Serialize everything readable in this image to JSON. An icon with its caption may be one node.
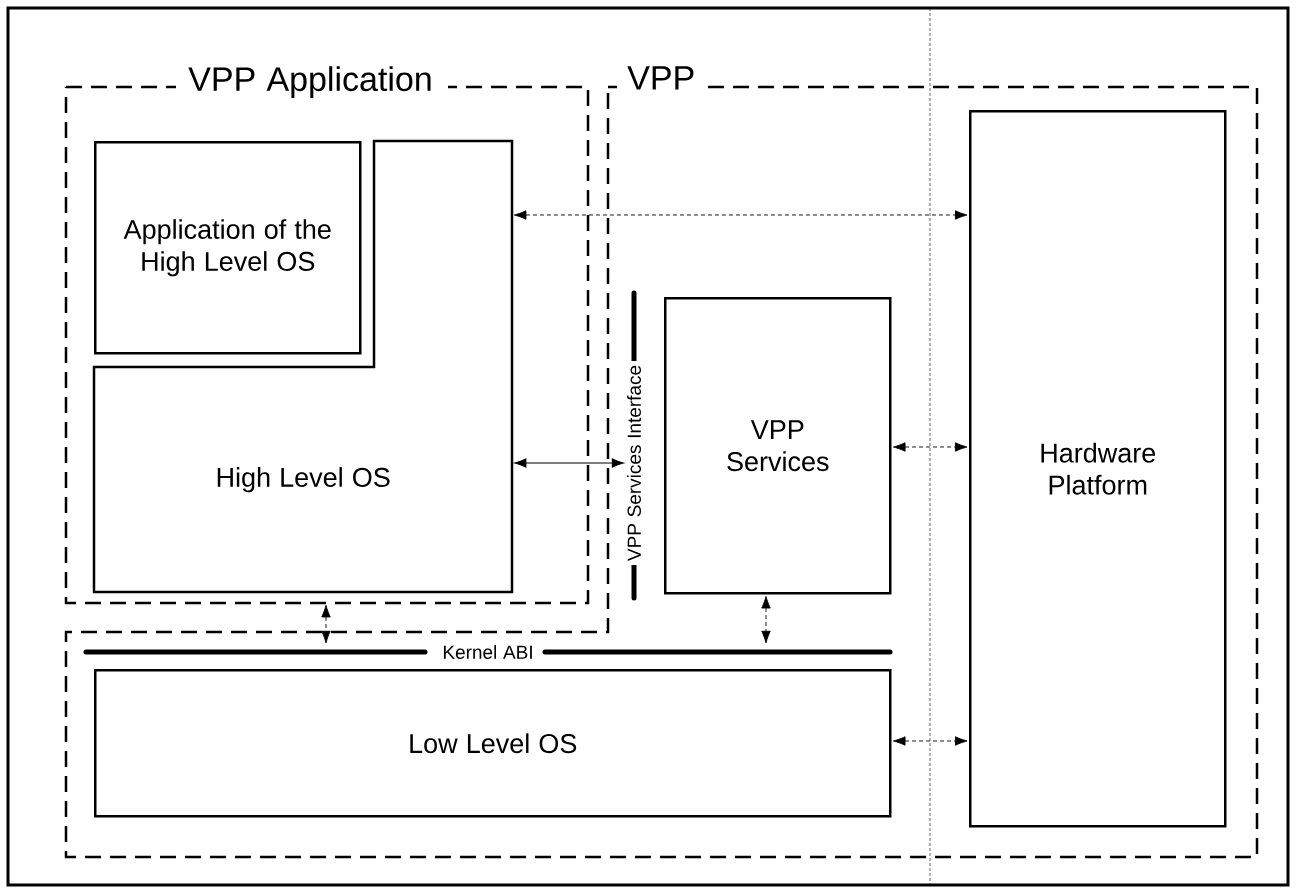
{
  "diagram": {
    "nodes": [
      {
        "text": [
          "VPP Application"
        ]
      },
      {
        "text": [
          "Application of the High Level OS"
        ],
        "in": 0
      },
      {
        "text": [
          "High Level OS"
        ],
        "in": 0
      },
      {
        "text": [
          "VPP"
        ]
      },
      {
        "text": [
          "VPP Services Interface"
        ],
        "in": 3
      },
      {
        "text": [
          "VPP Services"
        ],
        "in": 3
      },
      {
        "text": [
          "Hardware Platform"
        ],
        "in": 3
      },
      {
        "text": [
          "Kernel ABI"
        ],
        "in": 3
      },
      {
        "text": [
          "Low Level OS"
        ],
        "in": 3
      }
    ],
    "edges": [
      {
        "from": 2,
        "to": 6,
        "arrow": "both",
        "style": "dashed"
      },
      {
        "from": 2,
        "to": 4,
        "arrow": "both"
      },
      {
        "from": 5,
        "to": 6,
        "arrow": "both",
        "style": "dashed"
      },
      {
        "from": 0,
        "to": 7,
        "arrow": "both",
        "style": "dashed"
      },
      {
        "from": 5,
        "to": 7,
        "arrow": "both",
        "style": "dashed"
      },
      {
        "from": 8,
        "to": 6,
        "arrow": "both",
        "style": "dashed"
      }
    ]
  }
}
